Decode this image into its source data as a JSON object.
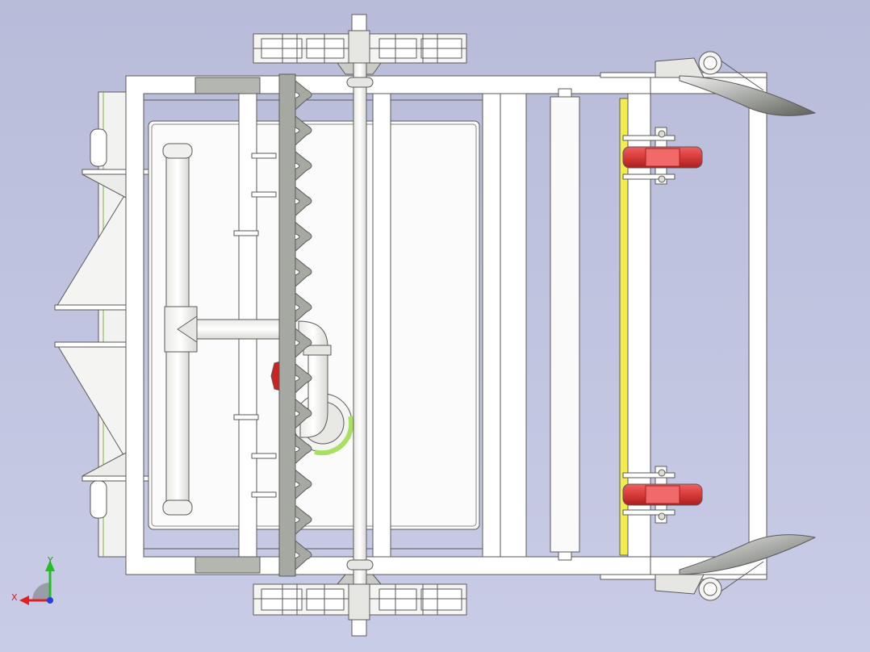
{
  "viewport": {
    "background_top": "#b8bcd9",
    "background_bottom": "#c9cce6"
  },
  "model": {
    "outline_color": "#5a5a5a",
    "frame_fill": "#ffffff",
    "metal_grey": "#b4b7b0",
    "gear_grey": "#a6a9a2",
    "wheel_red": "#d83a3a",
    "yellow_strip": "#f3ec4a",
    "green_accent": "#a8e060",
    "valve_red": "#cc2222",
    "roller_fill": "#fafafa",
    "num_teeth": 14
  },
  "triad": {
    "x_label": "X",
    "y_label": "Y",
    "x_color": "#e02020",
    "y_color": "#20c020",
    "z_color": "#2040e0"
  }
}
